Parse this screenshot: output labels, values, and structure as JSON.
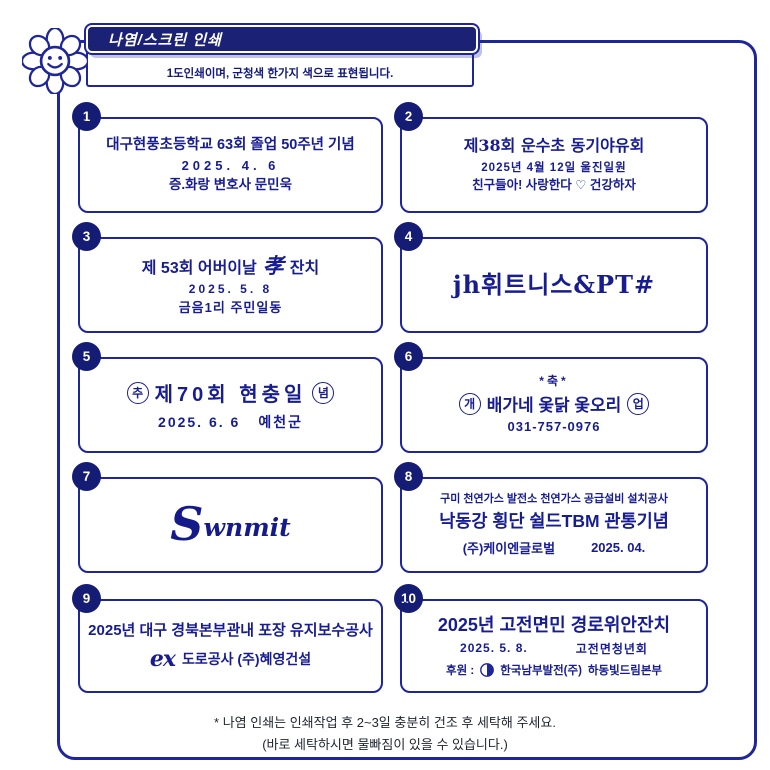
{
  "colors": {
    "accent": "#1e2699",
    "badge": "#151c74",
    "banner": "#1b2276",
    "text": "#171d91"
  },
  "header": {
    "logo_icon": "smiley-flower-icon",
    "title": "나염/스크린 인쇄",
    "subtitle": "1도인쇄이며, 군청색 한가지 색으로 표현됩니다."
  },
  "cards": [
    {
      "num": "1",
      "line1": "대구현풍초등학교 63회 졸업 50주년 기념",
      "line2": "2025. 4. 6",
      "line3": "증.화랑 변호사 문민욱"
    },
    {
      "num": "2",
      "line1": "제38회 운수초 동기야유회",
      "line2": "2025년 4월 12일 울진일원",
      "line3": "친구들아! 사랑한다 ♡ 건강하자"
    },
    {
      "num": "3",
      "line1a": "제 53회 어버이날",
      "hanja": "孝",
      "line1b": "잔치",
      "line2": "2025. 5. 8",
      "line3": "금음1리 주민일동"
    },
    {
      "num": "4",
      "line1": "jh휘트니스&PT#"
    },
    {
      "num": "5",
      "circle_left": "추",
      "title": "제70회 현충일",
      "circle_right": "념",
      "line2a": "2025. 6. 6",
      "line2b": "예천군"
    },
    {
      "num": "6",
      "top": "*축*",
      "circle_left": "개",
      "title": "배가네 옻닭 옻오리",
      "circle_right": "업",
      "phone": "031-757-0976"
    },
    {
      "num": "7",
      "initial": "S",
      "rest": "wnmit"
    },
    {
      "num": "8",
      "line1": "구미 천연가스 발전소 천연가스 공급설비 설치공사",
      "line2": "낙동강 횡단 쉴드TBM 관통기념",
      "line3a": "(주)케이엔글로벌",
      "line3b": "2025. 04."
    },
    {
      "num": "9",
      "line1": "2025년 대구 경북본부관내 포장 유지보수공사",
      "logo_text": "ex",
      "logo_icon": "expressway-ex-logo",
      "line2": "도로공사 (주)혜영건설"
    },
    {
      "num": "10",
      "line1": "2025년 고전면민 경로위안잔치",
      "line2a": "2025. 5. 8.",
      "line2b": "고전면청년회",
      "line3_label": "후원 :",
      "logo_icon": "kospo-circle-icon",
      "line3a": "한국남부발전(주)",
      "line3b": "하동빛드림본부"
    }
  ],
  "footer": {
    "line1": "* 나염 인쇄는 인쇄작업 후 2~3일 충분히 건조 후 세탁해 주세요.",
    "line2": "(바로 세탁하시면 물빠짐이 있을 수 있습니다.)"
  }
}
